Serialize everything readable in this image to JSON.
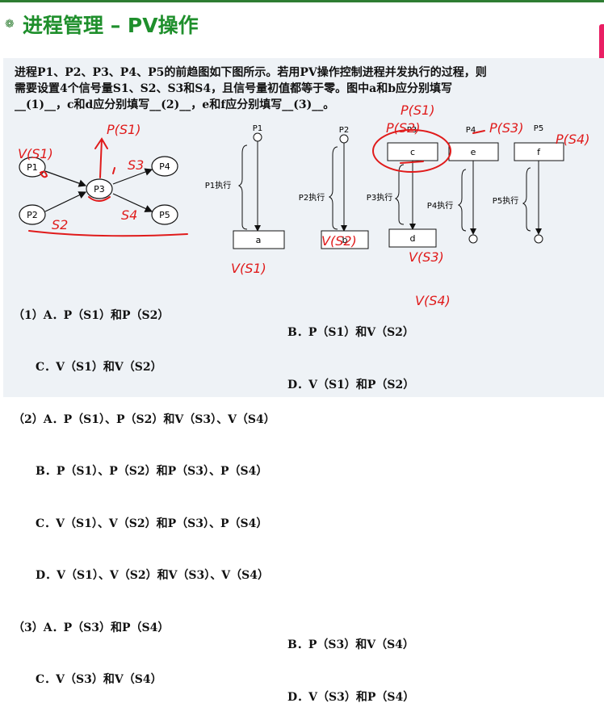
{
  "header": {
    "title": "进程管理 – PV操作"
  },
  "question": {
    "line1": "进程P1、P2、P3、P4、P5的前趋图如下图所示。若用PV操作控制进程并发执行的过程，则",
    "line2": "需要设置4个信号量S1、S2、S3和S4，且信号量初值都等于零。图中a和b应分别填写",
    "line3": "__(1)__，c和d应分别填写__(2)__，e和f应分别填写__(3)__。"
  },
  "graph": {
    "nodes": [
      "P1",
      "P2",
      "P3",
      "P4",
      "P5"
    ]
  },
  "flow": {
    "procs": [
      "P1",
      "P2",
      "P3",
      "P4",
      "P5"
    ],
    "exec": [
      "P1执行",
      "P2执行",
      "P3执行",
      "P4执行",
      "P5执行"
    ],
    "boxes": [
      "a",
      "b",
      "c",
      "d",
      "e",
      "f"
    ]
  },
  "handwriting": {
    "p_s1_top": "P(S1)",
    "v_s1_left": "V(S1)",
    "s3": "S3",
    "s4": "S4",
    "s2": "S2",
    "v_s1_bottom": "V(S1)",
    "v_s2": "V(S2)",
    "p_s1_right": "P(S1)",
    "p_s2_right": "P(S2)",
    "v_s3": "V(S3)",
    "v_s4": "V(S4)",
    "p_s3": "P(S3)",
    "p_s4": "P(S4)"
  },
  "options": {
    "q1a": "（1）A．P（S1）和P（S2）",
    "q1b": "B．P（S1）和V（S2）",
    "q1c": "　　C．V（S1）和V（S2）",
    "q1d": "D．V（S1）和P（S2）",
    "q2a": "（2）A．P（S1）、P（S2）和V（S3）、V（S4）",
    "q2b": "　　B．P（S1）、P（S2）和P（S3）、P（S4）",
    "q2c": "　　C．V（S1）、V（S2）和P（S3）、P（S4）",
    "q2d": "　　D．V（S1）、V（S2）和V（S3）、V（S4）",
    "q3a": "（3）A．P（S3）和P（S4）",
    "q3b": "B．P（S3）和V（S4）",
    "q3c": "　　C．V（S3）和V（S4）",
    "q3d": "D．V（S3）和P（S4）"
  },
  "colors": {
    "title": "#1f8f2c",
    "ink": "#e01b1b",
    "card": "#eef2f6",
    "accent": "#e91e63"
  }
}
